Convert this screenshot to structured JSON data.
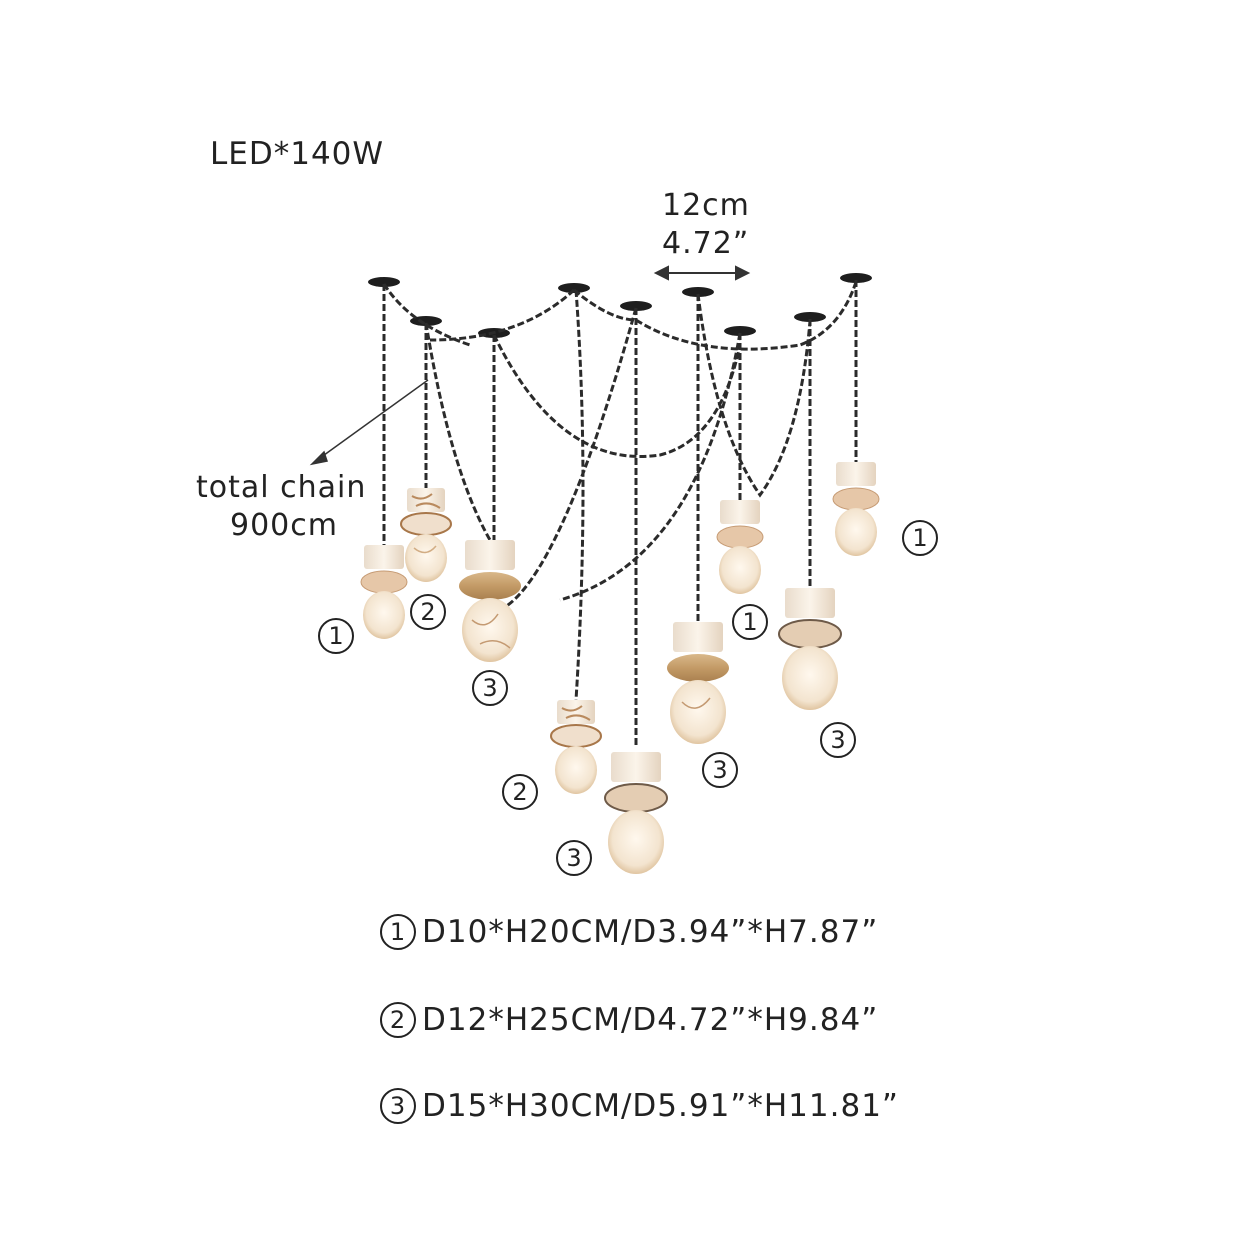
{
  "power": "LED*140W",
  "dimension": {
    "cm": "12cm",
    "inch": "4.72”"
  },
  "chain": {
    "line1": "total chain",
    "line2": "900cm"
  },
  "specs": [
    {
      "num": "1",
      "text": "D10*H20CM/D3.94”*H7.87”"
    },
    {
      "num": "2",
      "text": "D12*H25CM/D4.72”*H9.84”"
    },
    {
      "num": "3",
      "text": "D15*H30CM/D5.91”*H11.81”"
    }
  ],
  "pendant_labels": [
    "1",
    "2",
    "3",
    "2",
    "3",
    "3",
    "1",
    "3",
    "1"
  ],
  "colors": {
    "chain": "#2b2b2b",
    "alabaster": "#f3e6d6",
    "veins": "#b98a5e",
    "travertine": "#c9a272"
  }
}
